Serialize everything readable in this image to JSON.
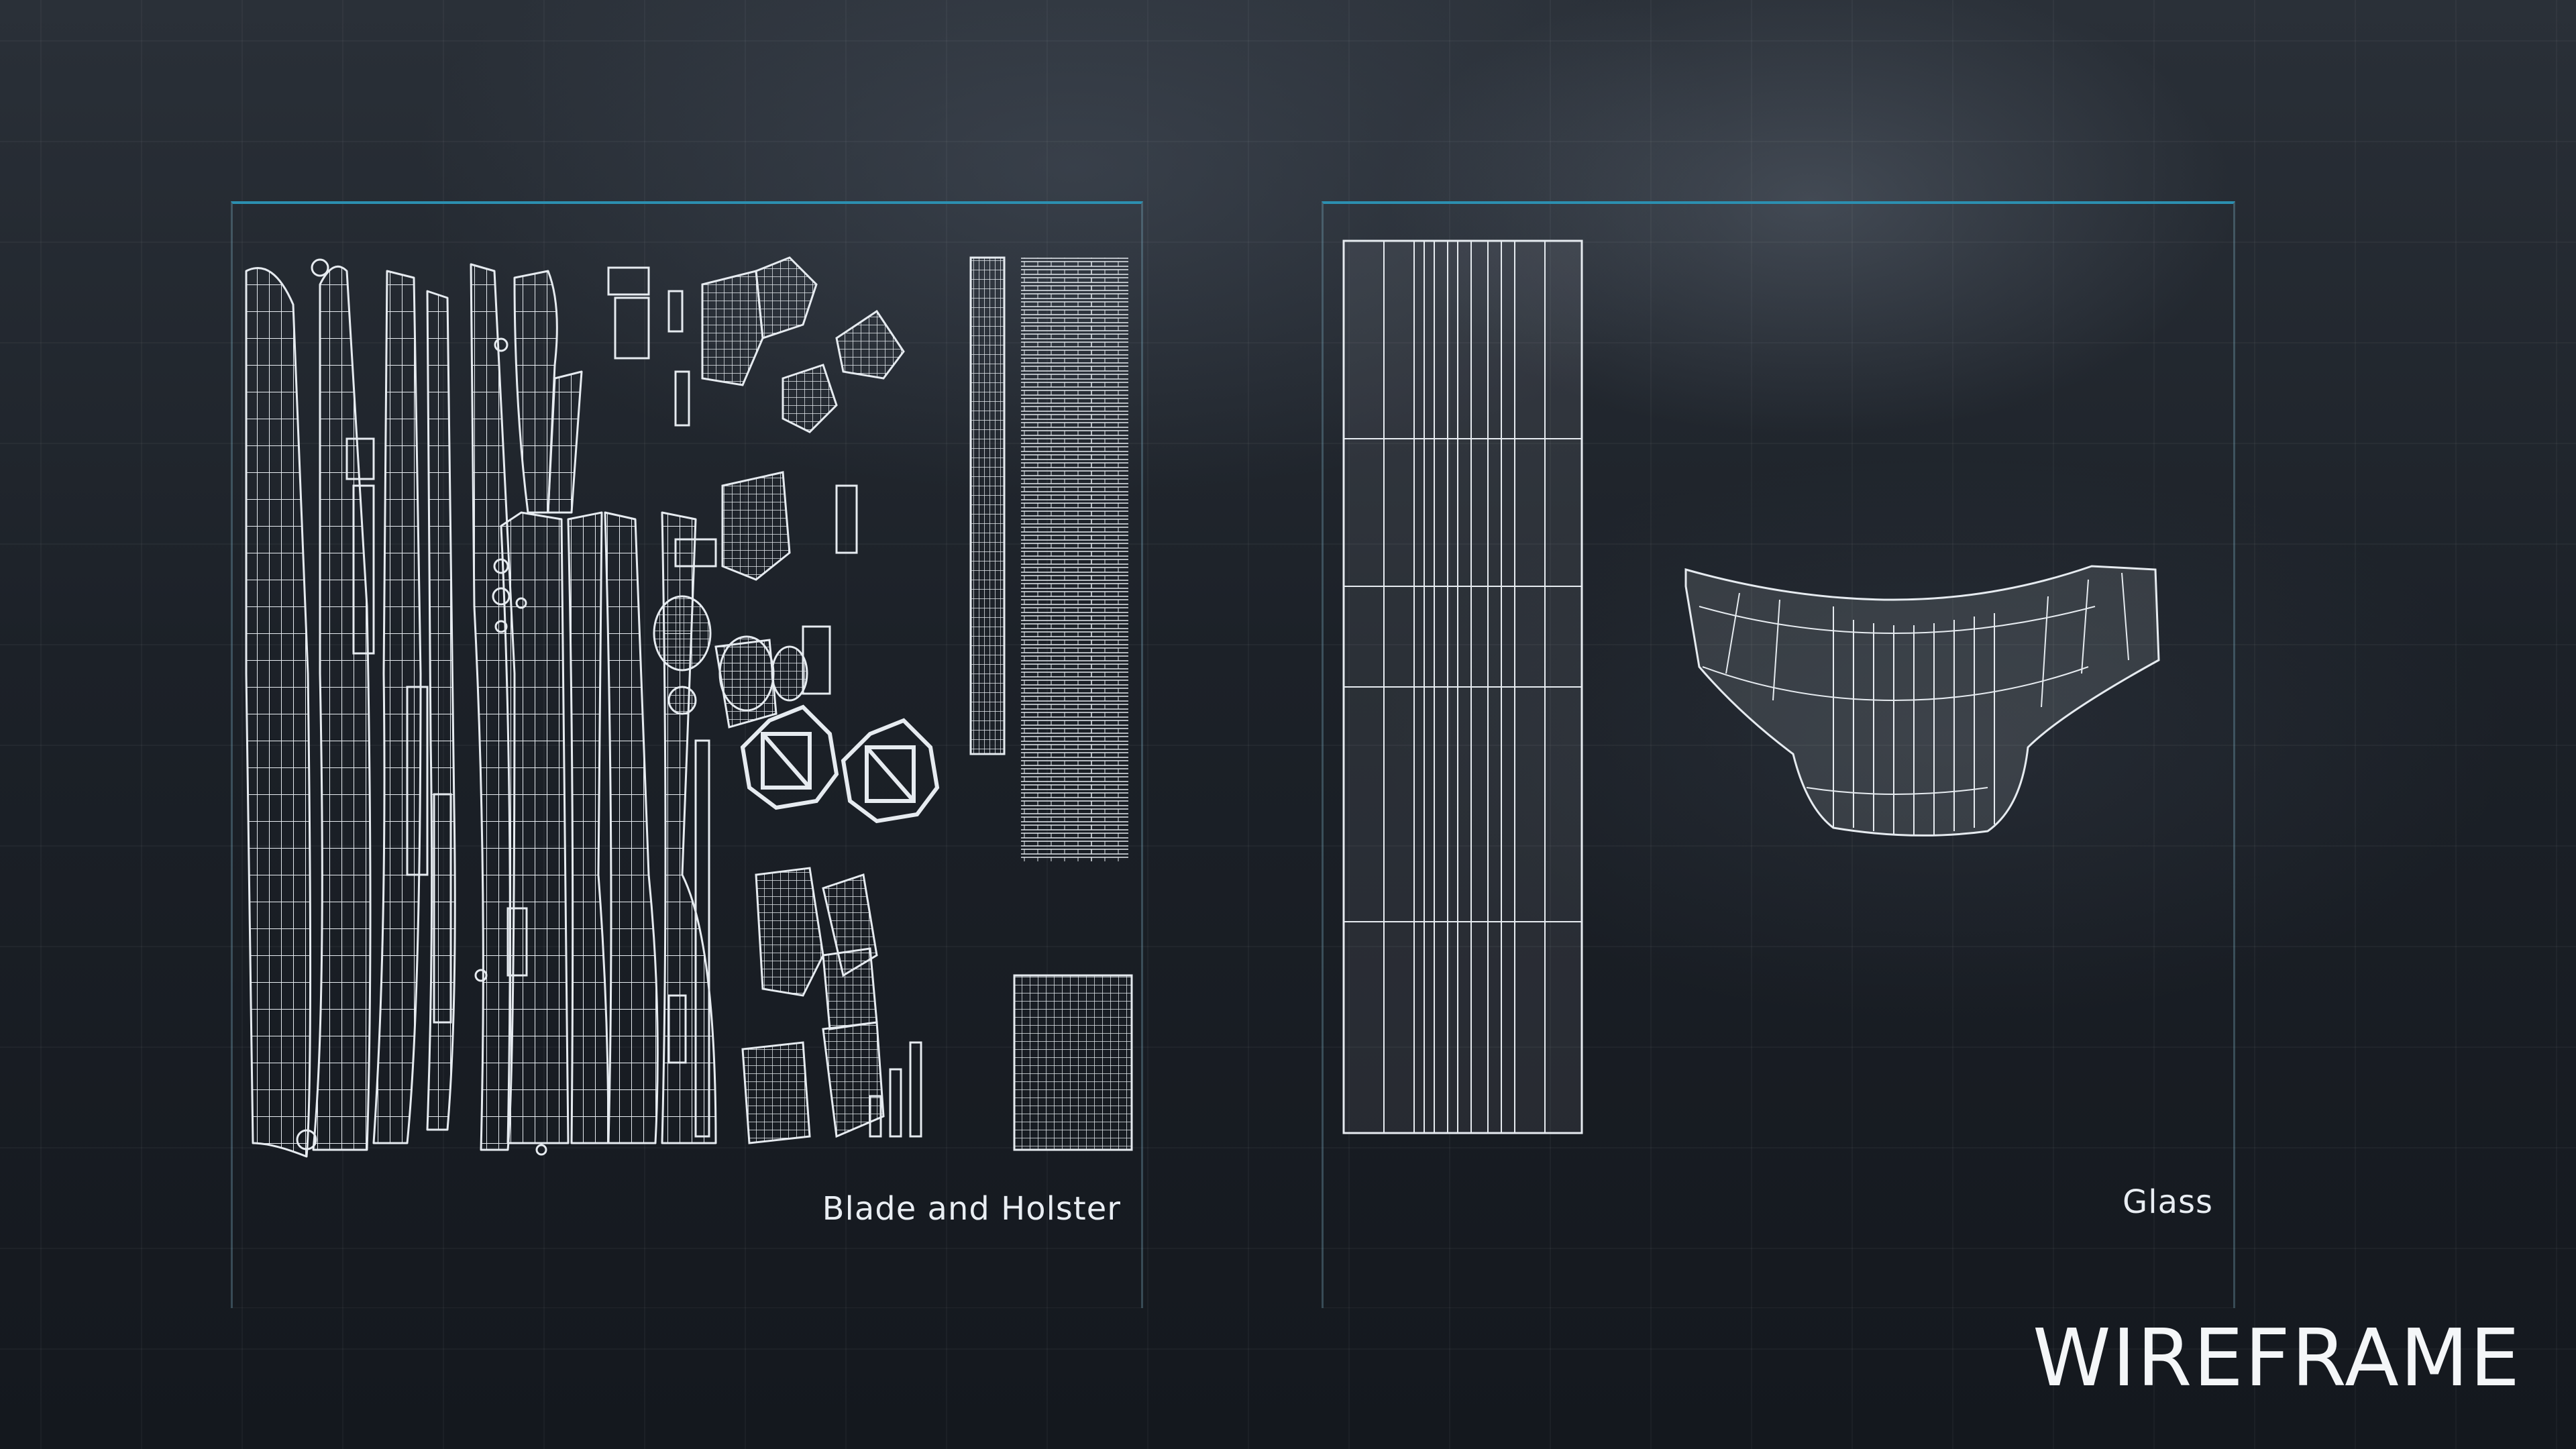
{
  "panels": {
    "left": {
      "caption": "Blade and Holster"
    },
    "right": {
      "caption": "Glass"
    }
  },
  "brand": {
    "logo_text": "WIREFRAME"
  },
  "colors": {
    "accent": "#2c8fb0",
    "wire": "#e6ebf0",
    "background": "#1c2128"
  }
}
